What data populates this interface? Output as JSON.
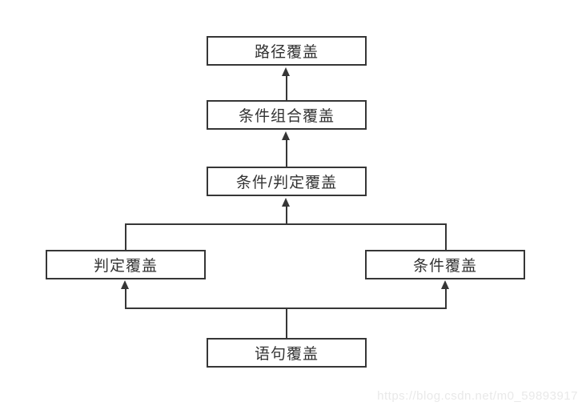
{
  "diagram": {
    "type": "flowchart",
    "description": "Hierarchy of code coverage criteria, arrows point from weaker to stronger coverage",
    "nodes": [
      {
        "id": "path-coverage",
        "label": "路径覆盖"
      },
      {
        "id": "condition-combination-coverage",
        "label": "条件组合覆盖"
      },
      {
        "id": "condition-decision-coverage",
        "label": "条件/判定覆盖"
      },
      {
        "id": "decision-coverage",
        "label": "判定覆盖"
      },
      {
        "id": "condition-coverage",
        "label": "条件覆盖"
      },
      {
        "id": "statement-coverage",
        "label": "语句覆盖"
      }
    ],
    "edges": [
      {
        "from": "statement-coverage",
        "to": "decision-coverage"
      },
      {
        "from": "statement-coverage",
        "to": "condition-coverage"
      },
      {
        "from": "decision-coverage",
        "to": "condition-decision-coverage"
      },
      {
        "from": "condition-coverage",
        "to": "condition-decision-coverage"
      },
      {
        "from": "condition-decision-coverage",
        "to": "condition-combination-coverage"
      },
      {
        "from": "condition-combination-coverage",
        "to": "path-coverage"
      }
    ]
  },
  "watermark": {
    "text": "https://blog.csdn.net/m0_59893917"
  },
  "colors": {
    "background": "#ffffff",
    "line": "#363636",
    "node_border": "#363636",
    "node_fill": "#ffffff",
    "text": "#333333",
    "watermark": "#e9e9e9"
  }
}
